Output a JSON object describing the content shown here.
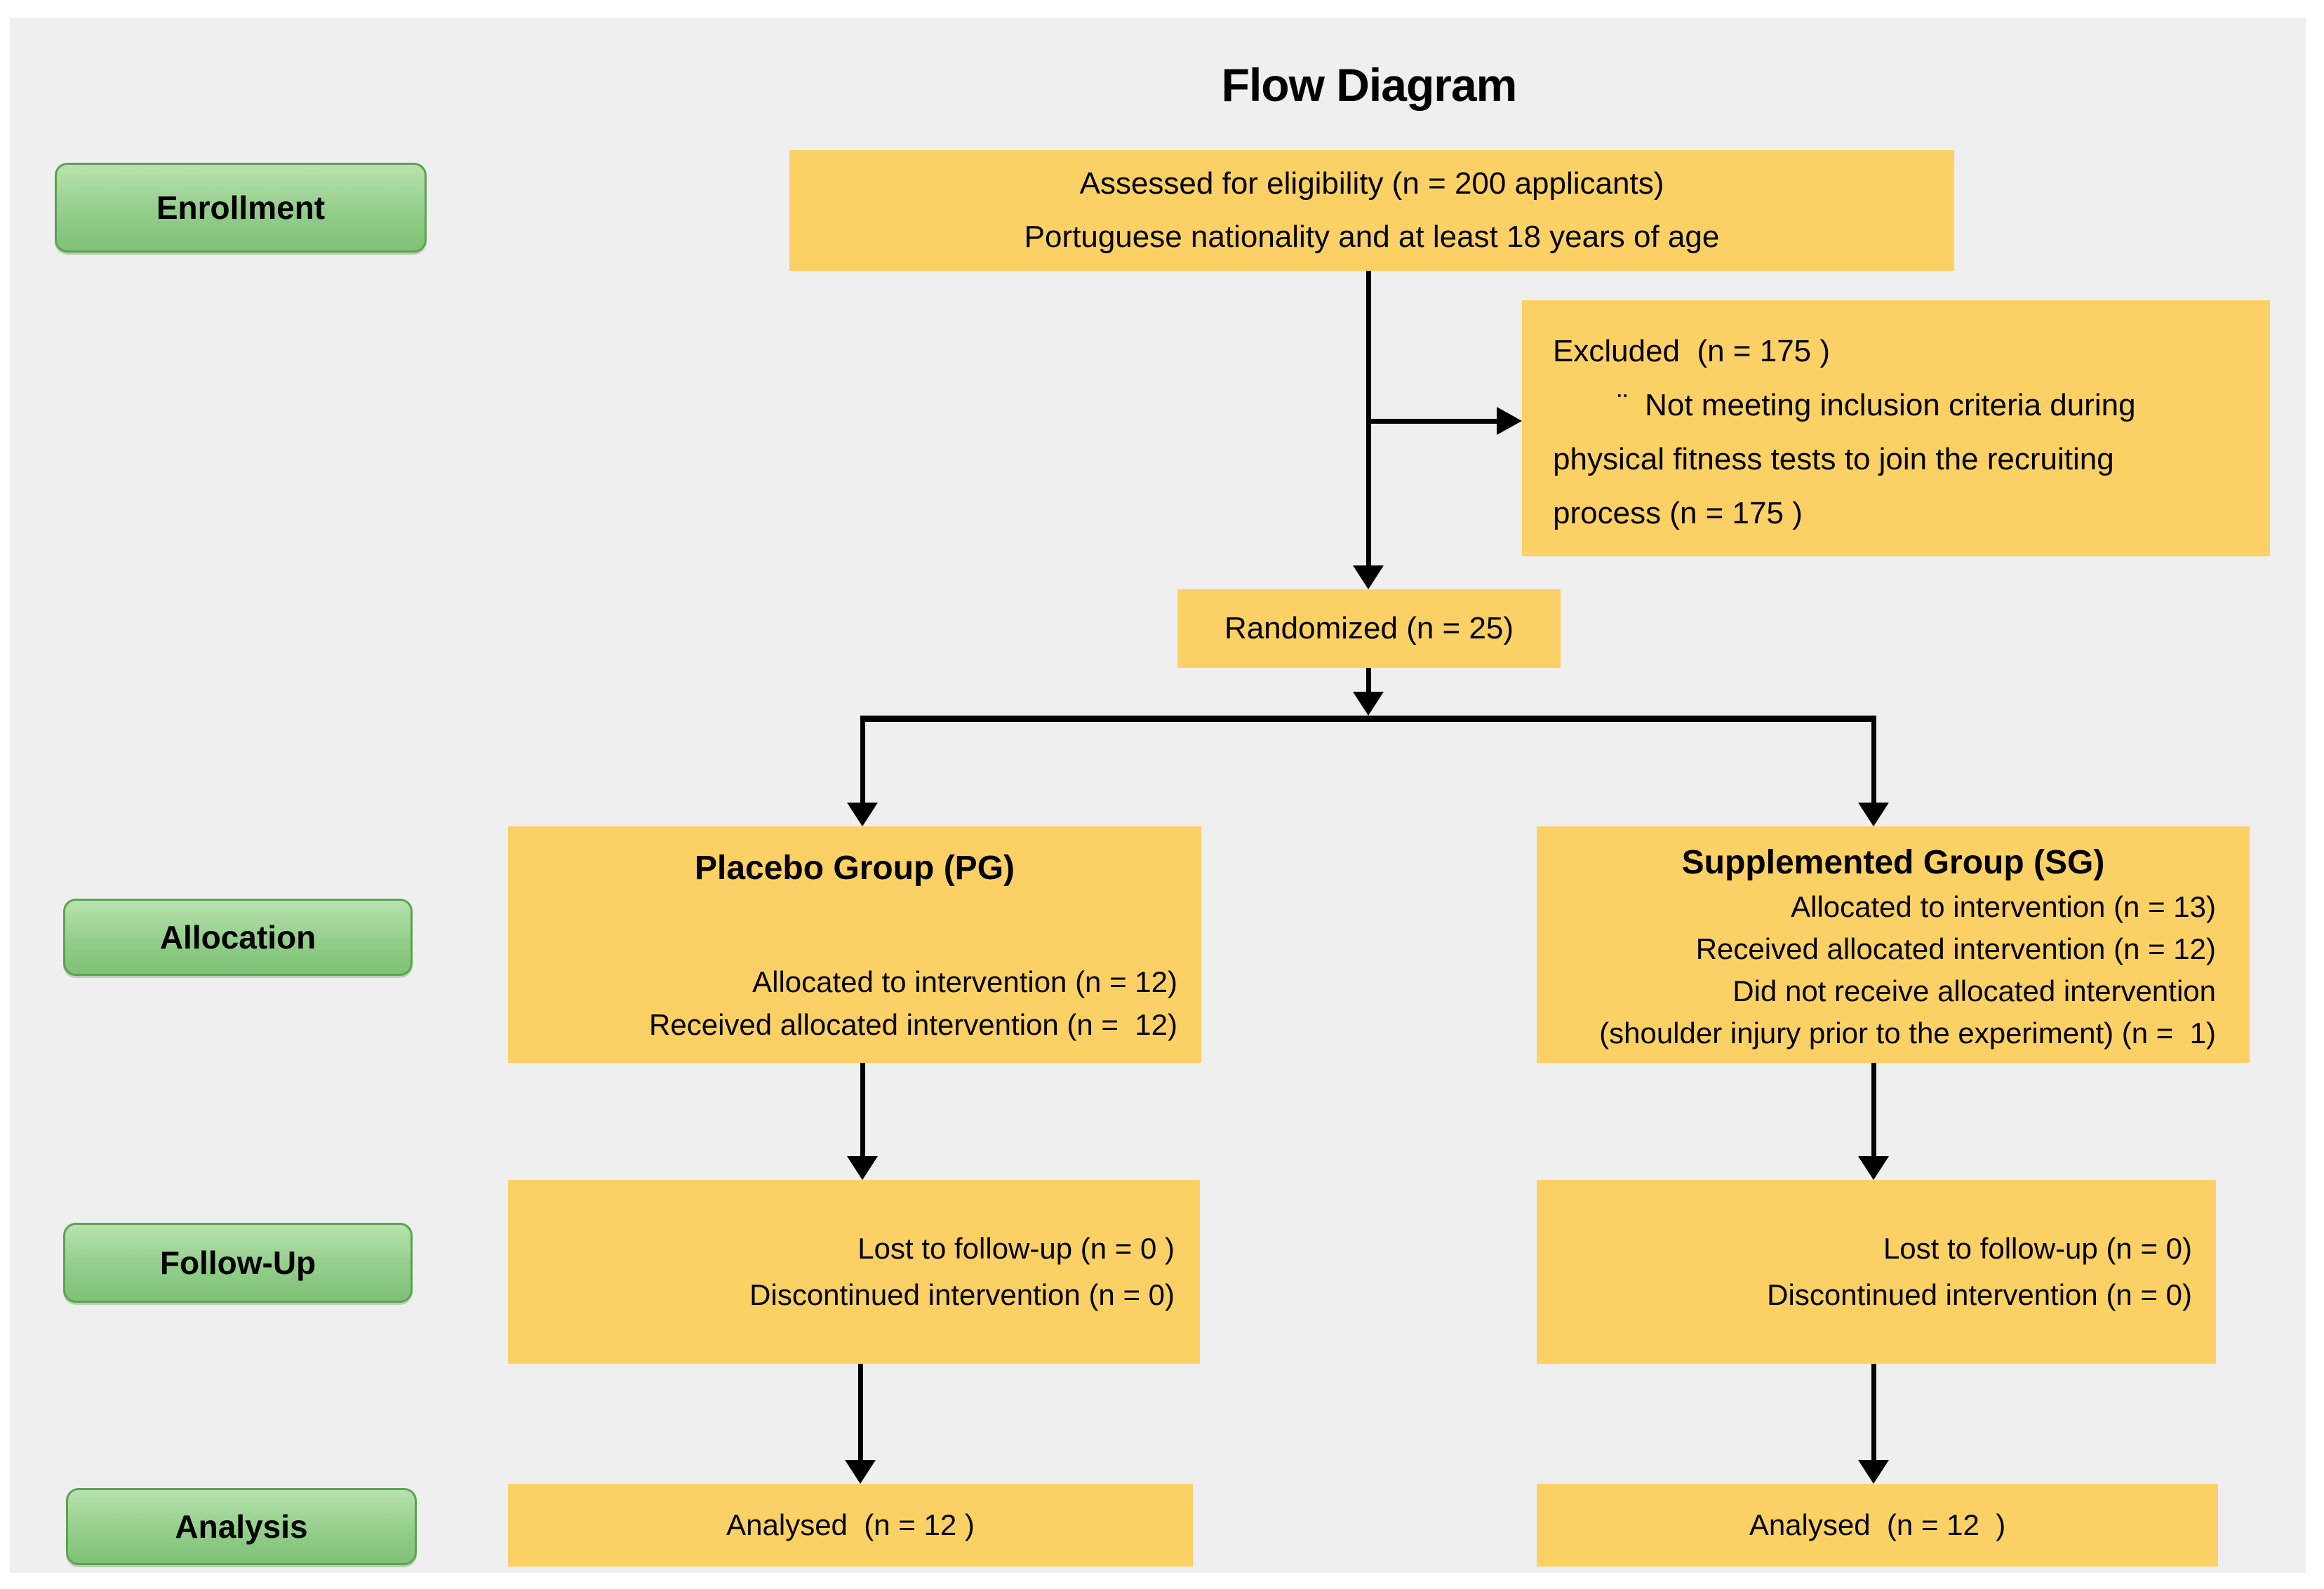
{
  "title": "Flow Diagram",
  "colors": {
    "canvas_background": "#efefef",
    "box_yellow": "#fbd166",
    "label_green": "#93ce8b",
    "label_green_border": "#5da252",
    "arrow_black": "#000000"
  },
  "stage_labels": {
    "enrollment": "Enrollment",
    "allocation": "Allocation",
    "followup": "Follow-Up",
    "analysis": "Analysis"
  },
  "boxes": {
    "assessed": {
      "line1": "Assessed for eligibility (n = 200 applicants)",
      "line2": "Portuguese nationality and at least 18 years of age"
    },
    "excluded": {
      "line1": "Excluded  (n = 175 )",
      "line2": "¨  Not meeting inclusion criteria during",
      "line3": "physical fitness tests to join the recruiting",
      "line4": "process (n = 175 )"
    },
    "randomized": {
      "text": "Randomized (n = 25)"
    },
    "placebo": {
      "title": "Placebo Group (PG)",
      "line1": "Allocated to intervention (n = 12)",
      "line2": "Received allocated intervention (n =  12)"
    },
    "supplemented": {
      "title": "Supplemented Group (SG)",
      "line1": "Allocated to intervention (n = 13)",
      "line2": "Received allocated intervention (n = 12)",
      "line3": "Did not receive allocated intervention",
      "line4": "(shoulder injury prior to the experiment) (n =  1)"
    },
    "placebo_followup": {
      "line1": "Lost to follow-up (n = 0 )",
      "line2": "Discontinued intervention (n = 0)"
    },
    "supplemented_followup": {
      "line1": "Lost to follow-up (n = 0)",
      "line2": "Discontinued intervention (n = 0)"
    },
    "placebo_analysis": {
      "text": "Analysed  (n = 12 )"
    },
    "supplemented_analysis": {
      "text": "Analysed  (n = 12  )"
    }
  }
}
